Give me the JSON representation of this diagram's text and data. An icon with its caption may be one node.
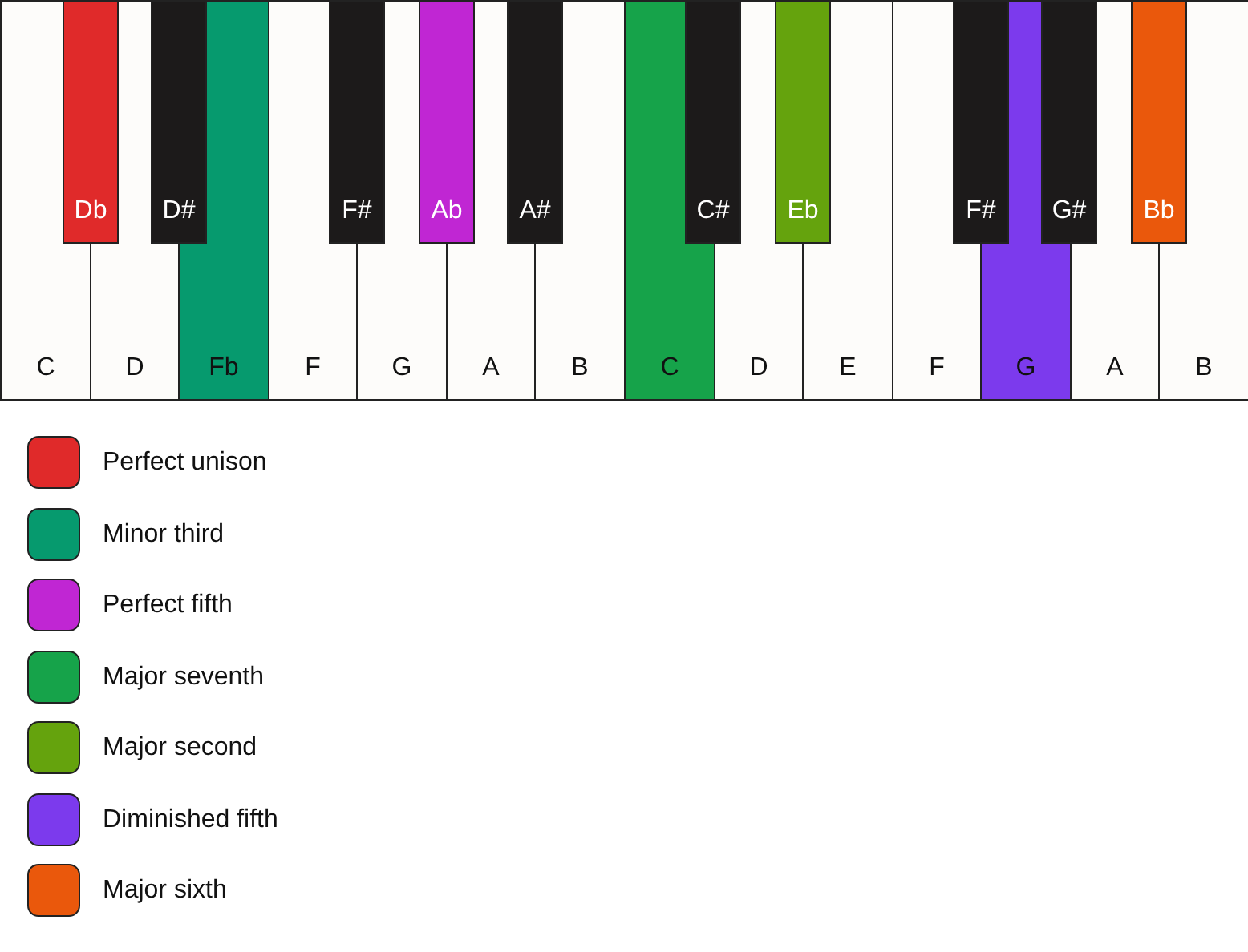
{
  "diagram": {
    "nodes": [
      {
        "text": [
          "Db"
        ]
      },
      {
        "text": [
          "D#"
        ]
      },
      {
        "text": [
          "F#"
        ]
      },
      {
        "text": [
          "Ab"
        ]
      },
      {
        "text": [
          "A#"
        ]
      },
      {
        "text": [
          "C#"
        ]
      },
      {
        "text": [
          "Eb"
        ]
      },
      {
        "text": [
          "F#"
        ]
      },
      {
        "text": [
          "G#"
        ]
      },
      {
        "text": [
          "Bb"
        ]
      },
      {
        "text": [
          "C"
        ]
      },
      {
        "text": [
          "D"
        ]
      },
      {
        "text": [
          "Fb"
        ]
      },
      {
        "text": [
          "F"
        ]
      },
      {
        "text": [
          "G"
        ]
      },
      {
        "text": [
          "A"
        ]
      },
      {
        "text": [
          "B"
        ]
      },
      {
        "text": [
          "C"
        ]
      },
      {
        "text": [
          "D"
        ]
      },
      {
        "text": [
          "E"
        ]
      },
      {
        "text": [
          "F"
        ]
      },
      {
        "text": [
          "G"
        ]
      },
      {
        "text": [
          "A"
        ]
      },
      {
        "text": [
          "B"
        ]
      }
    ],
    "edges": [],
    "legend": [
      {
        "text": "Perfect unison",
        "color": "#e02a2a"
      },
      {
        "text": "Minor third",
        "color": "#069a6e"
      },
      {
        "text": "Perfect fifth",
        "color": "#c026d3"
      },
      {
        "text": "Major seventh",
        "color": "#16a34a"
      },
      {
        "text": "Major second",
        "color": "#65a30d"
      },
      {
        "text": "Diminished fifth",
        "color": "#7c3aed"
      },
      {
        "text": "Major sixth",
        "color": "#ea580c"
      }
    ]
  }
}
